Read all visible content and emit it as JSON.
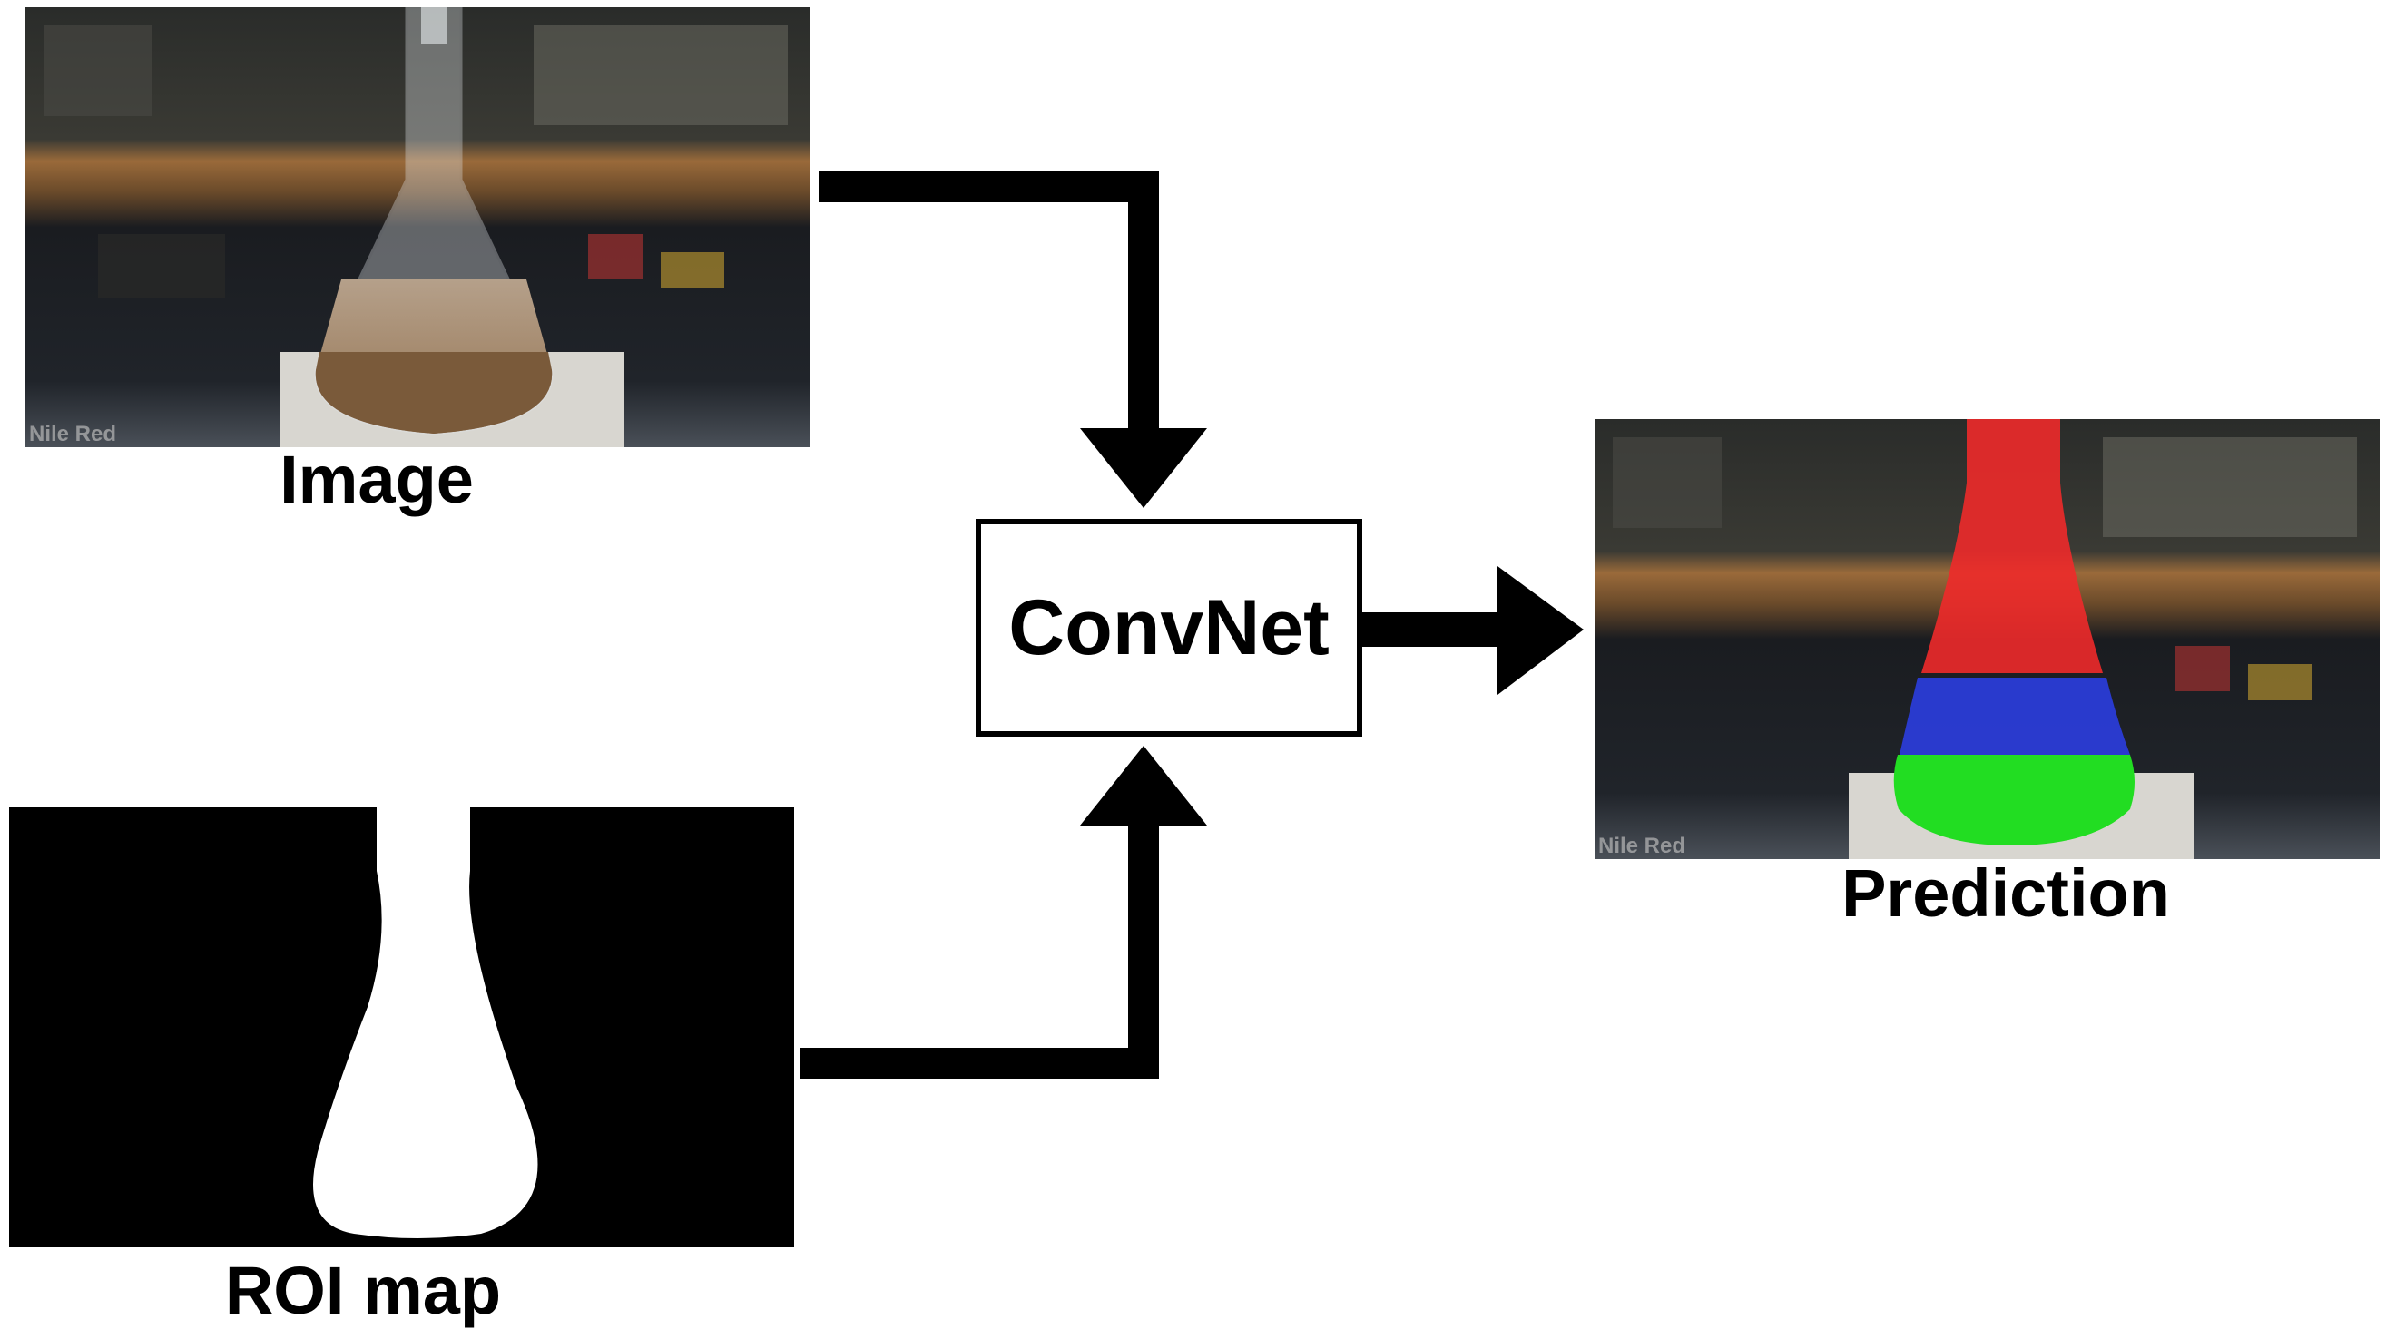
{
  "nodes": {
    "input_image": {
      "label": "Image",
      "watermark": "Nile Red"
    },
    "roi_map": {
      "label": "ROI map"
    },
    "model": {
      "label": "ConvNet"
    },
    "prediction": {
      "label": "Prediction",
      "watermark": "Nile Red"
    }
  },
  "edges": [
    {
      "from": "input_image",
      "to": "model"
    },
    {
      "from": "roi_map",
      "to": "model"
    },
    {
      "from": "model",
      "to": "prediction"
    }
  ],
  "colors": {
    "arrow": "#000000",
    "segment_top": "#ee2a2a",
    "segment_middle": "#2b3de0",
    "segment_bottom": "#22dd22",
    "roi_foreground": "#ffffff",
    "roi_background": "#000000"
  }
}
